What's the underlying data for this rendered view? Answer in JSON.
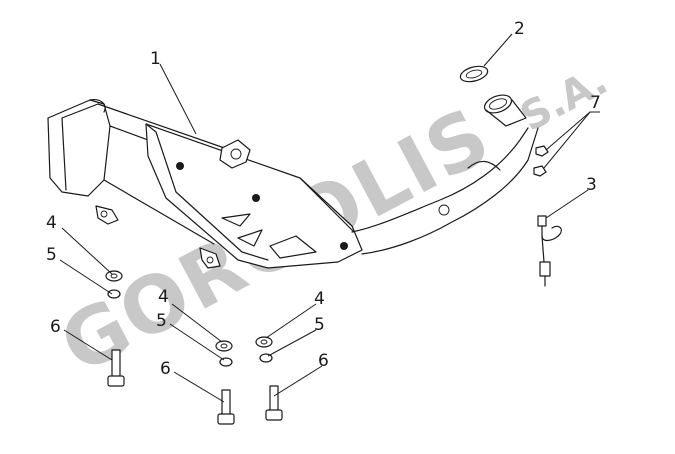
{
  "watermark": {
    "brand": "GORGOLIS",
    "suffix": "S.A."
  },
  "callouts": {
    "muffler": "1",
    "gasket": "2",
    "o2_sensor": "3",
    "washer_a": "4",
    "washer_b": "4",
    "washer_c": "4",
    "washer_spring_a": "5",
    "washer_spring_b": "5",
    "washer_spring_c": "5",
    "bolt_a": "6",
    "bolt_b": "6",
    "bolt_c": "6",
    "nut": "7"
  }
}
